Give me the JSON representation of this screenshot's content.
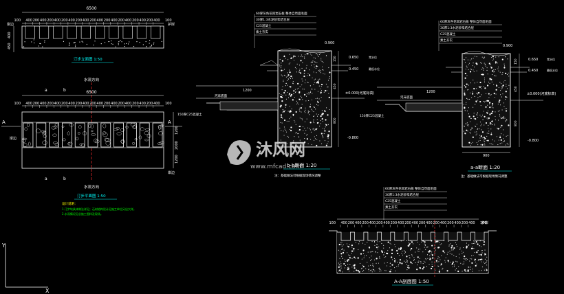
{
  "colors": {
    "bg": "#000000",
    "line": "#ffffff",
    "dim": "#00ff00",
    "note": "#ffff00",
    "section": "#ff4040",
    "title": "#00ffff",
    "cut": "#ff00ff"
  },
  "elevation": {
    "total": "6500",
    "segments": [
      "400",
      "200",
      "400",
      "200",
      "400",
      "200",
      "400",
      "200",
      "400",
      "200",
      "400",
      "200",
      "400",
      "200",
      "400",
      "200",
      "400",
      "200",
      "400"
    ],
    "left_offset": "100",
    "right_offset": "100",
    "left_label": "岸边",
    "right_label": "护岸",
    "height_top": "400",
    "height_bottom": "450",
    "title": "汀步立面图 1:50"
  },
  "plan": {
    "total": "6500",
    "segments": [
      "400",
      "200",
      "400",
      "200",
      "400",
      "200",
      "400",
      "200",
      "400",
      "200",
      "400",
      "200",
      "400",
      "200",
      "400",
      "200",
      "400",
      "200",
      "400"
    ],
    "left_offset": "100",
    "right_offset": "100",
    "cut_a": "a",
    "cut_b": "b",
    "section_A": "A",
    "water_top": "水流方向",
    "water_bottom": "水流方向",
    "bank_left": "岸边",
    "bank_right": "岸边",
    "dim_left": "1200",
    "dim_mid": "2000",
    "dim_right": "1200",
    "title": "汀步平面图 1:50",
    "notes_title": "设计说明：",
    "notes": [
      "1.汀步块具体做法详见；石材结构设计见施工单位另出大样。",
      "2.水深情况见总施工图样及现场。"
    ]
  },
  "section_b": {
    "layers": [
      "60厚灰色花岗岩石板  整体自然面毛面",
      "30厚1:3水泥砂浆结合层",
      "C25混凝土",
      "素土夯实"
    ],
    "elev_top": "0.900",
    "elev_1": "0.650",
    "elev_1_label": "常水位",
    "elev_2": "0.450",
    "elev_2_label": "最低水位",
    "elev_0": "±0.000(河底标高)",
    "elev_bot": "-0.800",
    "dim_1200": "1200",
    "dim_150": "150厚C25混凝土",
    "dim_150b": "150",
    "dim_450": "450",
    "dim_800": "800",
    "label_riverbed": "河床底面",
    "title": "b-b断面 1:20",
    "note": "注：基础做法可根据现场情况调整"
  },
  "section_a": {
    "layers": [
      "60厚灰色花岗岩石板  整体自然面毛面",
      "30厚1:3水泥砂浆结合层",
      "C25混凝土",
      "素土夯实"
    ],
    "elev_top": "0.900",
    "elev_1": "0.650",
    "elev_1_label": "常水位",
    "elev_2": "0.450",
    "elev_2_label": "最低水位",
    "elev_0": "±0.000(河底标高)",
    "elev_bot": "-0.800",
    "dim_1200": "1200",
    "dim_150": "150厚C25混凝土",
    "dim_150b": "150",
    "dim_450": "450",
    "dim_900": "900",
    "dim_800": "800",
    "label_riverbed": "河床底面",
    "title": "a-a断面 1:20",
    "note": "注：基础做法可根据现场情况调整"
  },
  "section_AA": {
    "layers": [
      "60厚灰色花岗岩石板  整体自然面毛面",
      "30厚1:3水泥砂浆结合层",
      "C25混凝土",
      "素土夯实"
    ],
    "segments": [
      "400",
      "200",
      "400",
      "200",
      "400",
      "200",
      "400",
      "200",
      "400",
      "200",
      "400",
      "200",
      "400",
      "200",
      "400",
      "200",
      "400",
      "200",
      "400"
    ],
    "left_offset": "100",
    "right_offset": "100",
    "right_label": "护岸",
    "title": "A-A剖面图 1:50"
  },
  "watermark": {
    "brand": "沐风网",
    "url": "www.mfcad.com"
  },
  "ucs": {
    "x": "X",
    "y": "Y"
  }
}
